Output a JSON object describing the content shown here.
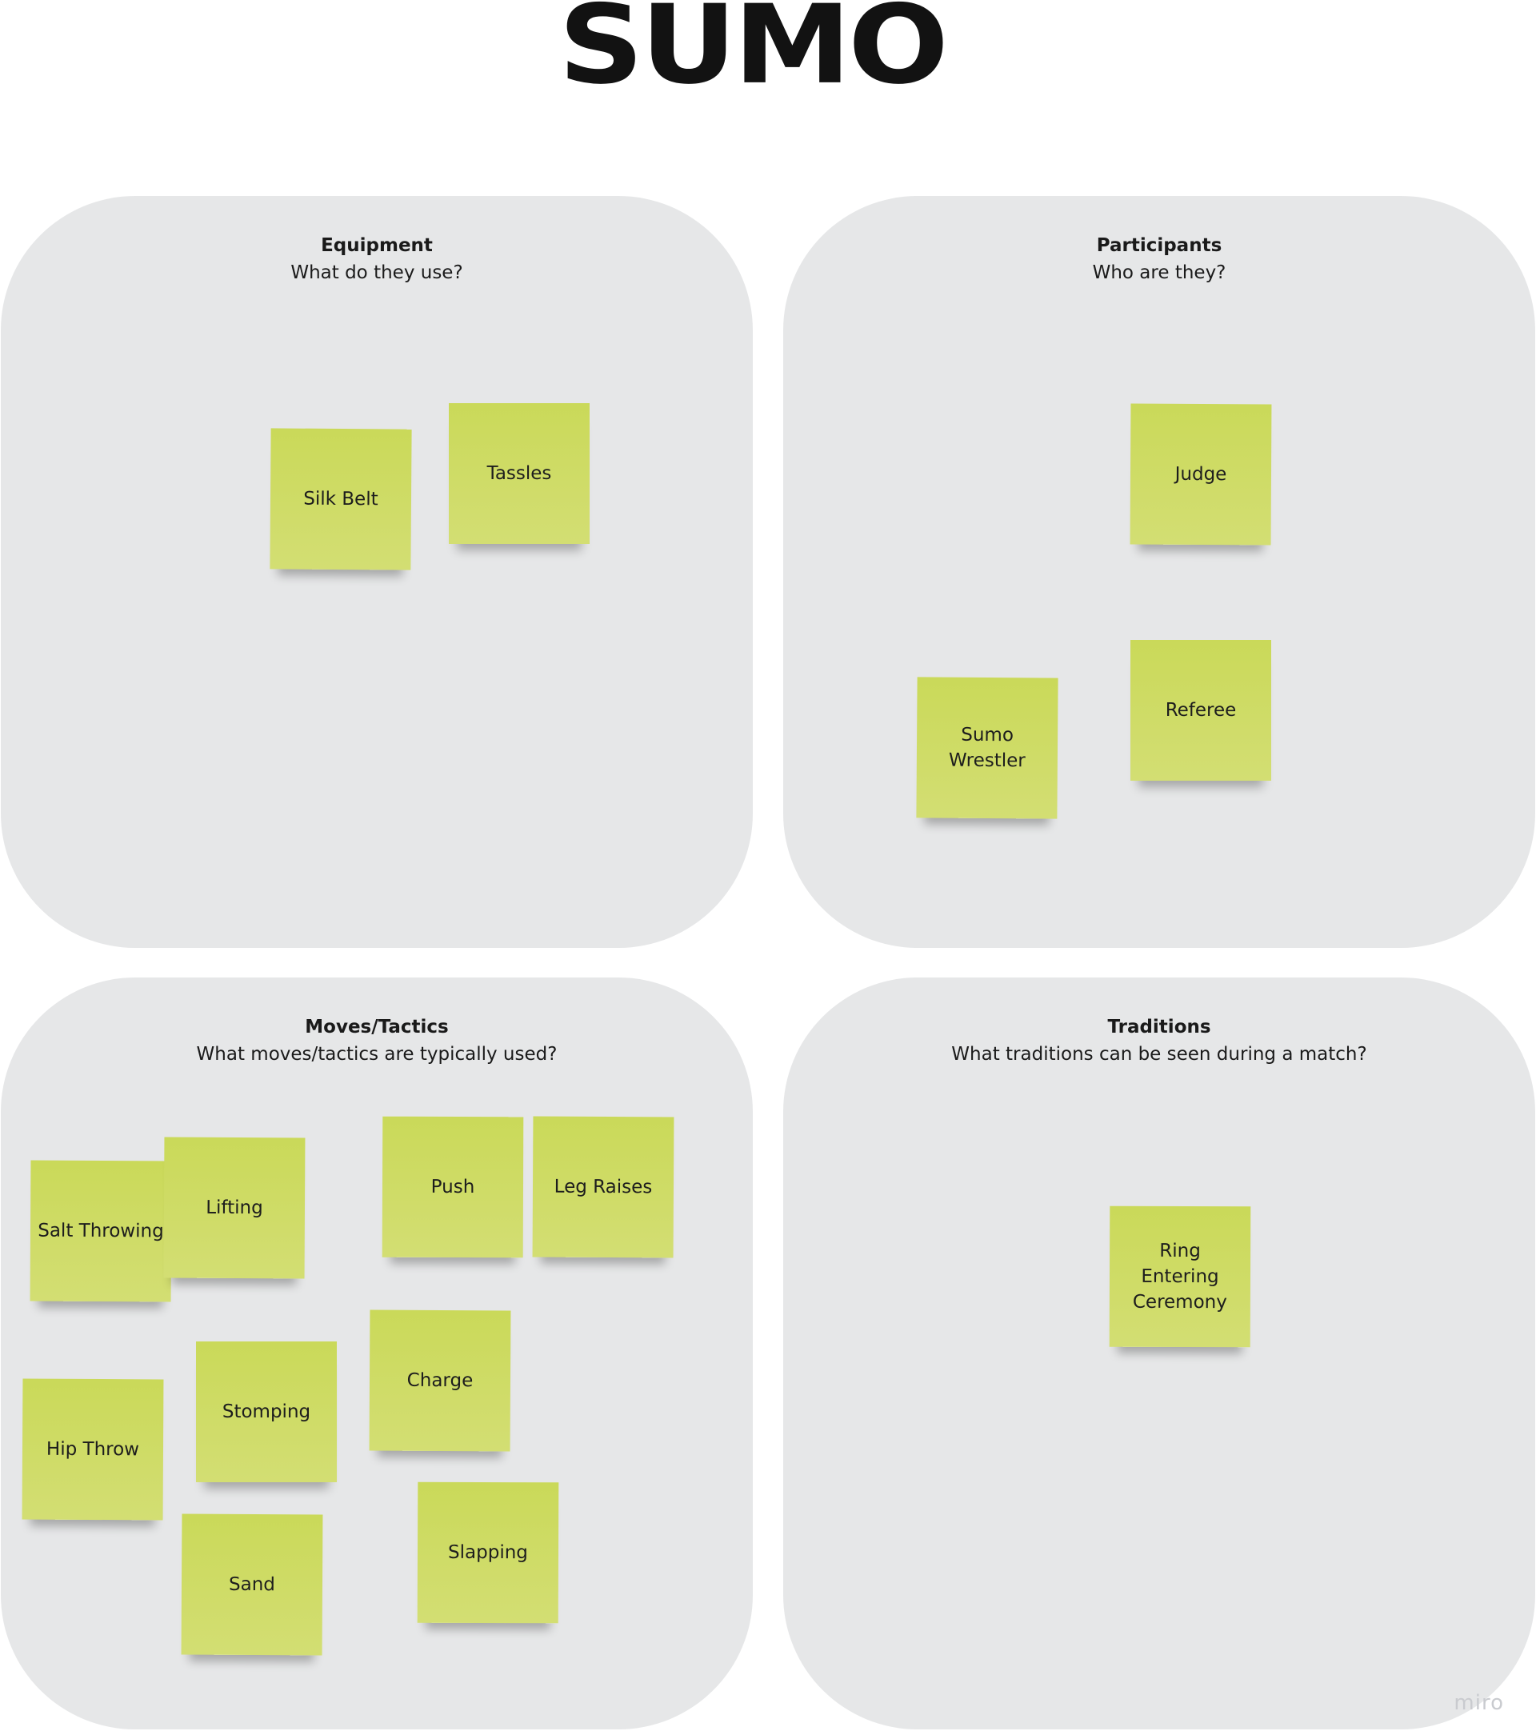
{
  "board": {
    "title": "SUMO",
    "watermark": "miro"
  },
  "frames": {
    "equipment": {
      "title": "Equipment",
      "question": "What do they use?",
      "stickies": [
        "Silk Belt",
        "Tassles"
      ]
    },
    "participants": {
      "title": "Participants",
      "question": "Who are they?",
      "stickies": [
        "Judge",
        "Sumo Wrestler",
        "Referee"
      ]
    },
    "moves": {
      "title": "Moves/Tactics",
      "question": "What moves/tactics are typically used?",
      "stickies": [
        "Salt Throwing",
        "Lifting",
        "Push",
        "Leg Raises",
        "Hip Throw",
        "Stomping",
        "Charge",
        "Sand",
        "Slapping"
      ]
    },
    "traditions": {
      "title": "Traditions",
      "question": "What traditions can be seen during a match?",
      "stickies": [
        "Ring Entering Ceremony"
      ]
    }
  },
  "colors": {
    "frame_background": "#e6e7e8",
    "sticky_note": "#cfdc66",
    "title_text": "#121212"
  }
}
